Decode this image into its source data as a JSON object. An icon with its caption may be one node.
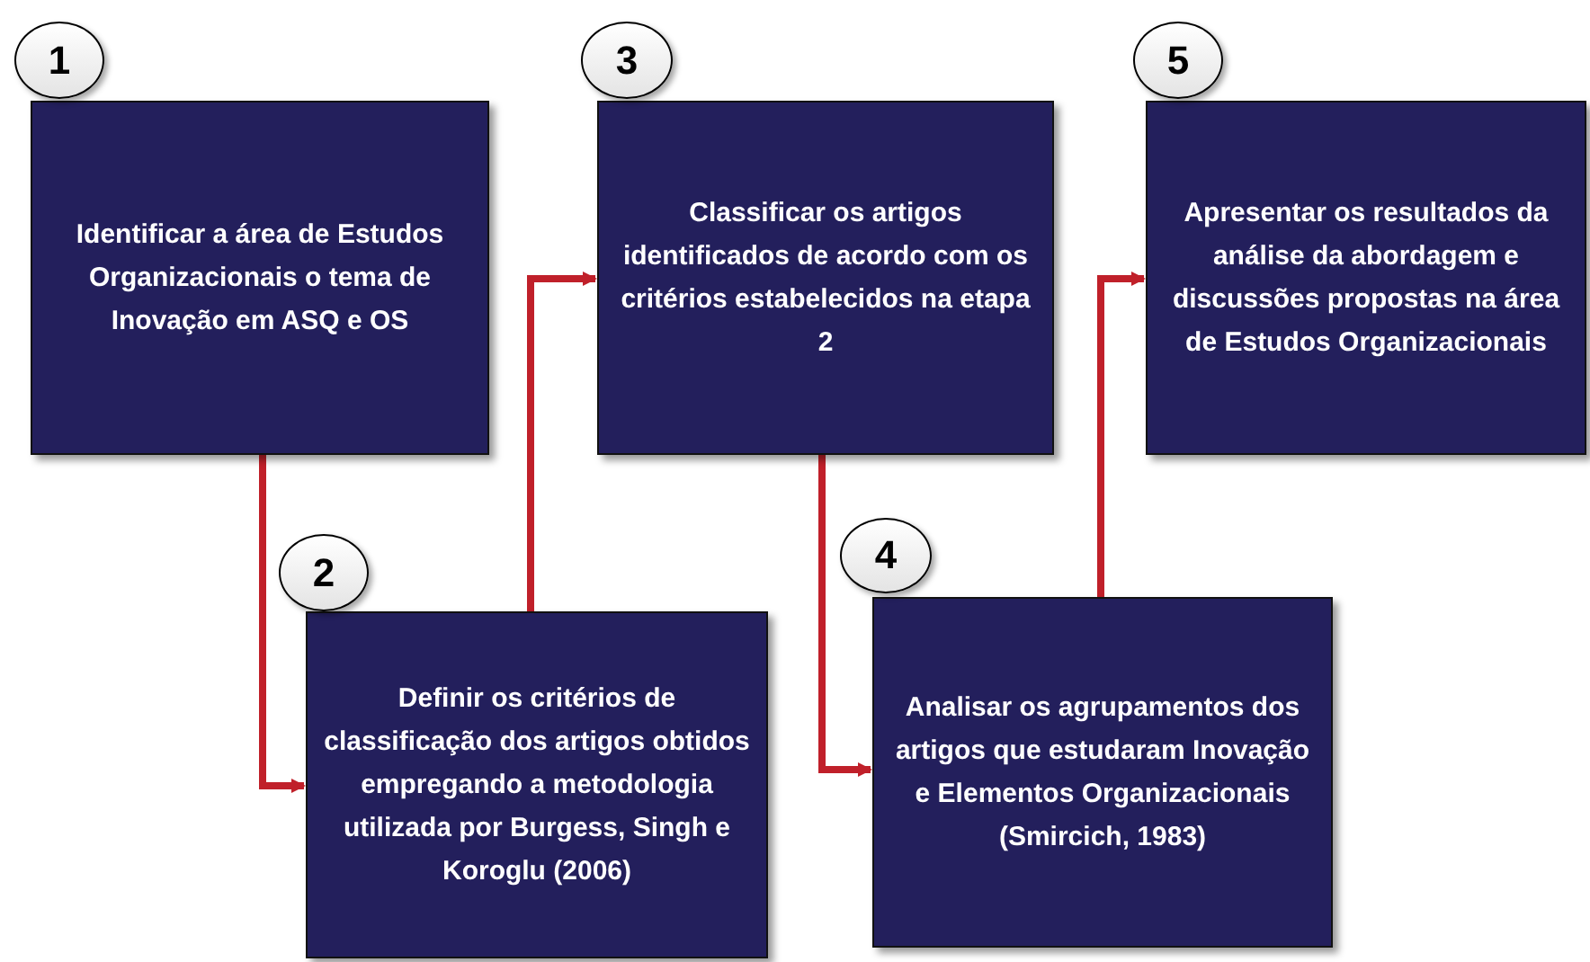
{
  "diagram": {
    "nodes": [
      {
        "text": [
          "1"
        ]
      },
      {
        "text": [
          "Identificar a área de Estudos Organizacionais o tema de Inovação em ASQ e OS"
        ]
      },
      {
        "text": [
          "2"
        ]
      },
      {
        "text": [
          "Definir os critérios de classificação dos artigos obtidos empregando a metodologia utilizada por Burgess, Singh e Koroglu (2006)"
        ]
      },
      {
        "text": [
          "3"
        ]
      },
      {
        "text": [
          "Classificar os artigos identificados de acordo com os critérios estabelecidos na etapa 2"
        ]
      },
      {
        "text": [
          "4"
        ]
      },
      {
        "text": [
          "Analisar os agrupamentos dos artigos que estudaram Inovação e Elementos Organizacionais (Smircich, 1983)"
        ]
      },
      {
        "text": [
          "5"
        ]
      },
      {
        "text": [
          "Apresentar os resultados da análise da abordagem e discussões propostas na área de Estudos Organizacionais"
        ]
      }
    ],
    "edges": [
      {
        "from": 1,
        "to": 3,
        "arrow": "to",
        "color": "#c0202a"
      },
      {
        "from": 3,
        "to": 5,
        "arrow": "to",
        "color": "#c0202a"
      },
      {
        "from": 5,
        "to": 7,
        "arrow": "to",
        "color": "#c0202a"
      },
      {
        "from": 7,
        "to": 9,
        "arrow": "to",
        "color": "#c0202a"
      }
    ]
  }
}
